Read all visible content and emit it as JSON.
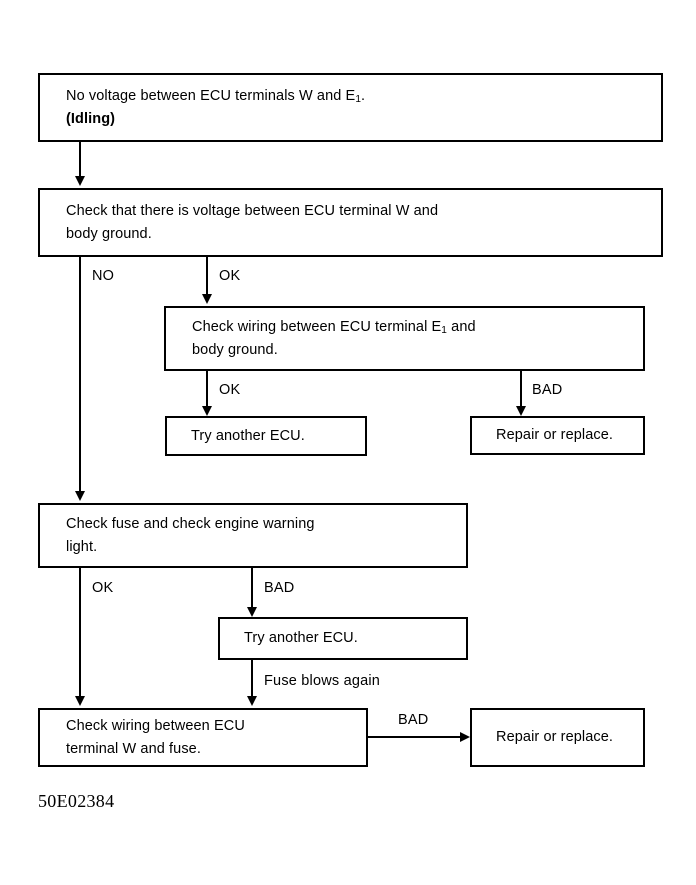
{
  "figure": {
    "caption": "50E02384",
    "line_color": "#000000",
    "background_color": "#ffffff"
  },
  "chart_data": {
    "type": "diagram",
    "title": "No voltage between ECU terminals W and E1. (Idling)",
    "nodes": [
      {
        "id": "n1",
        "label": "No voltage between ECU terminals W and E₁.\n(Idling)",
        "line1": "No voltage between ECU terminals W and E",
        "line1_sub": "1",
        "line1_end": ".",
        "line2": "(Idling)",
        "line2_bold": true
      },
      {
        "id": "n2",
        "label": "Check that there is voltage between ECU terminal W and\nbody ground."
      },
      {
        "id": "n3",
        "label": "Check wiring between ECU terminal E₁ and\nbody ground.",
        "line1": "Check wiring between ECU terminal E",
        "line1_sub": "1",
        "line1_end": " and",
        "line2": "body ground."
      },
      {
        "id": "n4",
        "label": "Try another ECU."
      },
      {
        "id": "n5",
        "label": "Repair or replace."
      },
      {
        "id": "n6",
        "label": "Check fuse and check engine warning\nlight."
      },
      {
        "id": "n7",
        "label": "Try another ECU."
      },
      {
        "id": "n8",
        "label": "Check wiring between ECU\nterminal W and fuse."
      },
      {
        "id": "n9",
        "label": "Repair or replace."
      }
    ],
    "edges": [
      {
        "from": "n1",
        "to": "n2",
        "label": ""
      },
      {
        "from": "n2",
        "to": "n6",
        "label": "NO"
      },
      {
        "from": "n2",
        "to": "n3",
        "label": "OK"
      },
      {
        "from": "n3",
        "to": "n4",
        "label": "OK"
      },
      {
        "from": "n3",
        "to": "n5",
        "label": "BAD"
      },
      {
        "from": "n6",
        "to": "n8",
        "label": "OK"
      },
      {
        "from": "n6",
        "to": "n7",
        "label": "BAD"
      },
      {
        "from": "n7",
        "to": "n8",
        "label": "Fuse blows again"
      },
      {
        "from": "n8",
        "to": "n9",
        "label": "BAD"
      }
    ]
  },
  "boxes": {
    "b1": {
      "line1a": "No voltage between ECU terminals W and E",
      "sub": "1",
      "line1b": ".",
      "line2": "(Idling)"
    },
    "b2": {
      "text": "Check that there is voltage between ECU terminal W and\nbody ground."
    },
    "b3": {
      "line1a": "Check wiring between ECU terminal E",
      "sub": "1",
      "line1b": " and",
      "line2": "body ground."
    },
    "b4": {
      "text": "Try another ECU."
    },
    "b5": {
      "text": "Repair or replace."
    },
    "b6": {
      "text": "Check fuse and check engine warning\nlight."
    },
    "b7": {
      "text": "Try another ECU."
    },
    "b8": {
      "text": "Check wiring between ECU\nterminal W and fuse."
    },
    "b9": {
      "text": "Repair or replace."
    }
  },
  "labels": {
    "no_1": "NO",
    "ok_1": "OK",
    "ok_2": "OK",
    "bad_1": "BAD",
    "ok_3": "OK",
    "bad_2": "BAD",
    "fuse_blows": "Fuse blows again",
    "bad_3": "BAD"
  }
}
